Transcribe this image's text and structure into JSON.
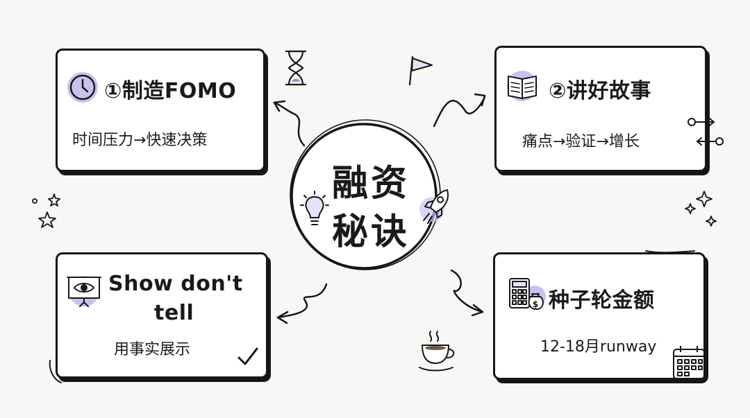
{
  "center": {
    "line1": "融资",
    "line2": "秘诀"
  },
  "cards": [
    {
      "title": "①制造FOMO",
      "subtitle": "时间压力→快速决策",
      "icon": "clock-icon"
    },
    {
      "title": "②讲好故事",
      "subtitle": "痛点→验证→增长",
      "icon": "open-book-icon"
    },
    {
      "title_line1": "Show don't",
      "title_line2": "tell",
      "subtitle": "用事实展示",
      "icon": "presentation-eye-icon"
    },
    {
      "title": "种子轮金额",
      "subtitle": "12-18月runway",
      "icon": "calculator-money-icon"
    }
  ],
  "colors": {
    "accent": "#c9c2f0",
    "ink": "#161616",
    "background": "#f7f7f5"
  }
}
